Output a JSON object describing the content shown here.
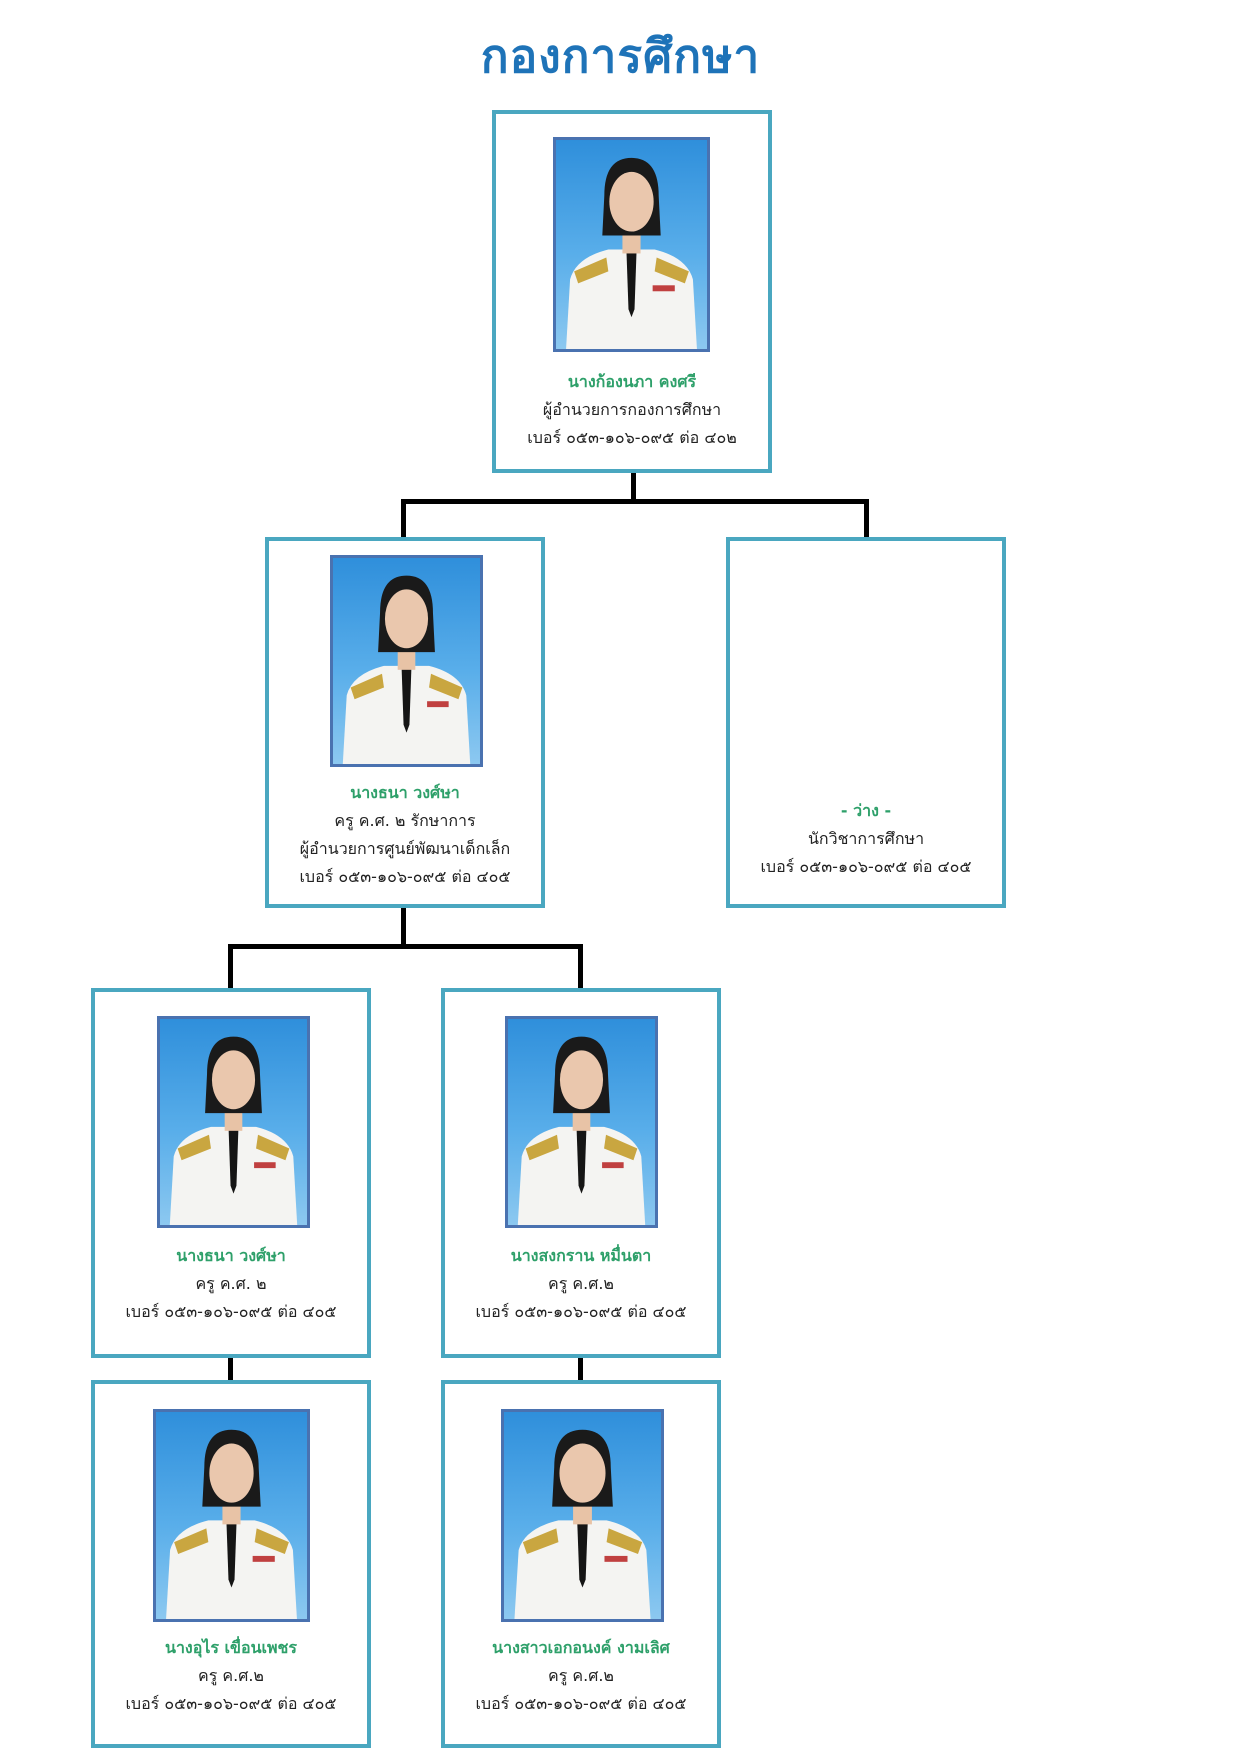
{
  "page": {
    "title": "กองการศึกษา",
    "title_color": "#1e73b8",
    "name_color": "#2ea06a",
    "border_color": "#4aa7c0"
  },
  "nodes": {
    "director": {
      "name": "นางก้องนภา  คงศรี",
      "lines": [
        "ผู้อำนวยการกองการศึกษา",
        "เบอร์ ๐๕๓-๑๐๖-๐๙๕ ต่อ ๔๐๒"
      ]
    },
    "childcenter": {
      "name": "นางธนา  วงศ์ษา",
      "lines": [
        "ครู ค.ศ. ๒  รักษาการ",
        "ผู้อำนวยการศูนย์พัฒนาเด็กเล็ก",
        "เบอร์ ๐๕๓-๑๐๖-๐๙๕ ต่อ ๔๐๕"
      ]
    },
    "vacant": {
      "name": "- ว่าง -",
      "lines": [
        "นักวิชาการศึกษา",
        "เบอร์ ๐๕๓-๑๐๖-๐๙๕ ต่อ ๔๐๕"
      ]
    },
    "teacher1": {
      "name": "นางธนา  วงศ์ษา",
      "lines": [
        "ครู ค.ศ. ๒",
        "เบอร์ ๐๕๓-๑๐๖-๐๙๕ ต่อ ๔๐๕"
      ]
    },
    "teacher2": {
      "name": "นางสงกราน  หมื่นตา",
      "lines": [
        "ครู ค.ศ.๒",
        "เบอร์ ๐๕๓-๑๐๖-๐๙๕ ต่อ ๔๐๕"
      ]
    },
    "teacher3": {
      "name": "นางอุไร  เขื่อนเพชร",
      "lines": [
        "ครู ค.ศ.๒",
        "เบอร์ ๐๕๓-๑๐๖-๐๙๕ ต่อ ๔๐๕"
      ]
    },
    "teacher4": {
      "name": "นางสาวเอกอนงค์  งามเลิศ",
      "lines": [
        "ครู ค.ศ.๒",
        "เบอร์ ๐๕๓-๑๐๖-๐๙๕ ต่อ ๔๐๕"
      ]
    }
  }
}
